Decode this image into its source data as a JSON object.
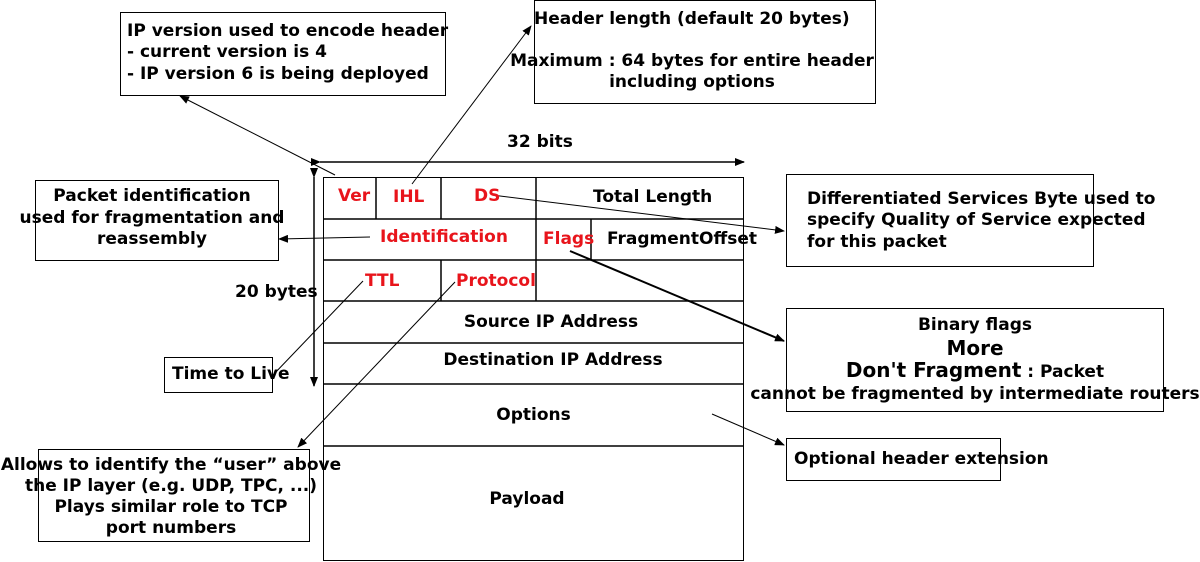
{
  "colors": {
    "field_label": "#e8141b",
    "line": "#000000"
  },
  "header": {
    "width_label": "32 bits",
    "height_label": "20 bytes",
    "rows": {
      "row1": {
        "ver": "Ver",
        "ihl": "IHL",
        "ds": "DS",
        "total_length": "Total Length"
      },
      "row2": {
        "identification": "Identification",
        "flags": "Flags",
        "fragment_offset": "FragmentOffset"
      },
      "row3": {
        "ttl": "TTL",
        "protocol": "Protocol"
      },
      "source": "Source IP Address",
      "destination": "Destination IP Address",
      "options": "Options",
      "payload": "Payload"
    }
  },
  "annotations": {
    "version": {
      "line1": "IP version used to encode header",
      "line2": "- current version is 4",
      "line3": "- IP version 6 is being deployed"
    },
    "ihl": {
      "line1": "Header length (default 20 bytes)",
      "line2": "Maximum : 64 bytes for entire header",
      "line3": "including options"
    },
    "identification": {
      "line1": "Packet identification",
      "line2": "used for fragmentation and",
      "line3": "reassembly"
    },
    "ds": {
      "line1": "Differentiated Services Byte used to",
      "line2": "specify Quality of Service expected",
      "line3": "for this packet"
    },
    "flags": {
      "line1": "Binary flags",
      "line2": "More",
      "line3a": "Don't Fragment",
      "line3b": " : Packet",
      "line4": "cannot be fragmented by intermediate routers"
    },
    "ttl": {
      "line1": "Time to Live"
    },
    "protocol": {
      "line1": "Allows to identify the “user” above",
      "line2": "the IP layer (e.g. UDP, TPC, ...)",
      "line3": "Plays similar role to TCP",
      "line4": "port numbers"
    },
    "options": {
      "line1": "Optional header extension"
    }
  }
}
